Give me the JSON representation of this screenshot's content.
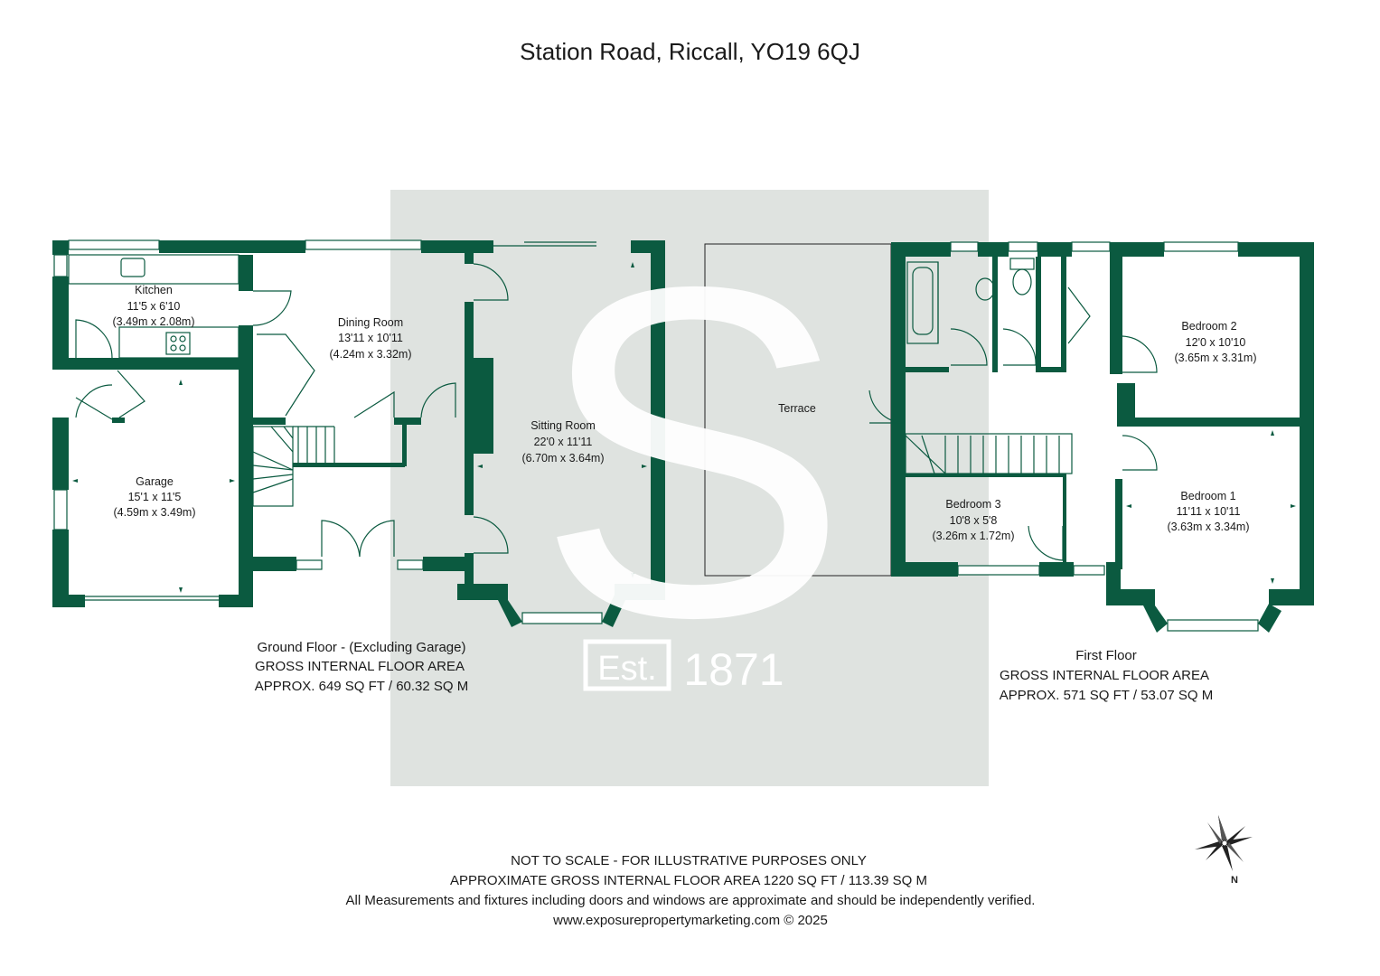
{
  "title": "Station Road, Riccall, YO19 6QJ",
  "rooms": {
    "kitchen": {
      "name": "Kitchen",
      "imperial": "11'5 x 6'10",
      "metric": "(3.49m x 2.08m)"
    },
    "dining": {
      "name": "Dining Room",
      "imperial": "13'11 x 10'11",
      "metric": "(4.24m x 3.32m)"
    },
    "garage": {
      "name": "Garage",
      "imperial": "15'1 x 11'5",
      "metric": "(4.59m x 3.49m)"
    },
    "sitting": {
      "name": "Sitting Room",
      "imperial": "22'0 x 11'11",
      "metric": "(6.70m x 3.64m)"
    },
    "terrace": {
      "name": "Terrace"
    },
    "bedroom2": {
      "name": "Bedroom 2",
      "imperial": "12'0 x 10'10",
      "metric": "(3.65m x 3.31m)"
    },
    "bedroom1": {
      "name": "Bedroom 1",
      "imperial": "11'11 x 10'11",
      "metric": "(3.63m x 3.34m)"
    },
    "bedroom3": {
      "name": "Bedroom 3",
      "imperial": "10'8 x 5'8",
      "metric": "(3.26m x 1.72m)"
    }
  },
  "ground_floor": {
    "line1": "Ground Floor - (Excluding Garage)",
    "line2": "GROSS INTERNAL FLOOR AREA",
    "line3": "APPROX. 649 SQ FT / 60.32 SQ M"
  },
  "first_floor": {
    "line1": "First Floor",
    "line2": "GROSS INTERNAL FLOOR AREA",
    "line3": "APPROX. 571 SQ FT / 53.07 SQ M"
  },
  "watermark": {
    "letter": "S",
    "est": "Est.",
    "year": "1871"
  },
  "compass": {
    "label": "N"
  },
  "footer": {
    "line1": "NOT TO SCALE - FOR ILLUSTRATIVE PURPOSES ONLY",
    "line2": "APPROXIMATE GROSS INTERNAL FLOOR AREA 1220 SQ FT / 113.39 SQ M",
    "line3": "All Measurements and fixtures including doors and windows are approximate and should be independently verified.",
    "line4": "www.exposurepropertymarketing.com © 2025"
  },
  "colors": {
    "wall": "#0b5a40",
    "watermark_bg": "#dfe3e0"
  }
}
